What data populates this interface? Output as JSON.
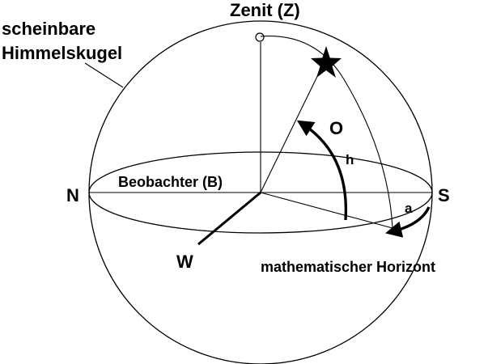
{
  "labels": {
    "sphere_line1": "scheinbare",
    "sphere_line2": "Himmelskugel",
    "zenith": "Zenit (Z)",
    "north": "N",
    "south": "S",
    "east": "O",
    "west": "W",
    "observer": "Beobachter (B)",
    "horizon": "mathematischer Horizont",
    "altitude": "h",
    "azimuth": "a"
  },
  "colors": {
    "ink": "#000000",
    "background": "#ffffff"
  }
}
